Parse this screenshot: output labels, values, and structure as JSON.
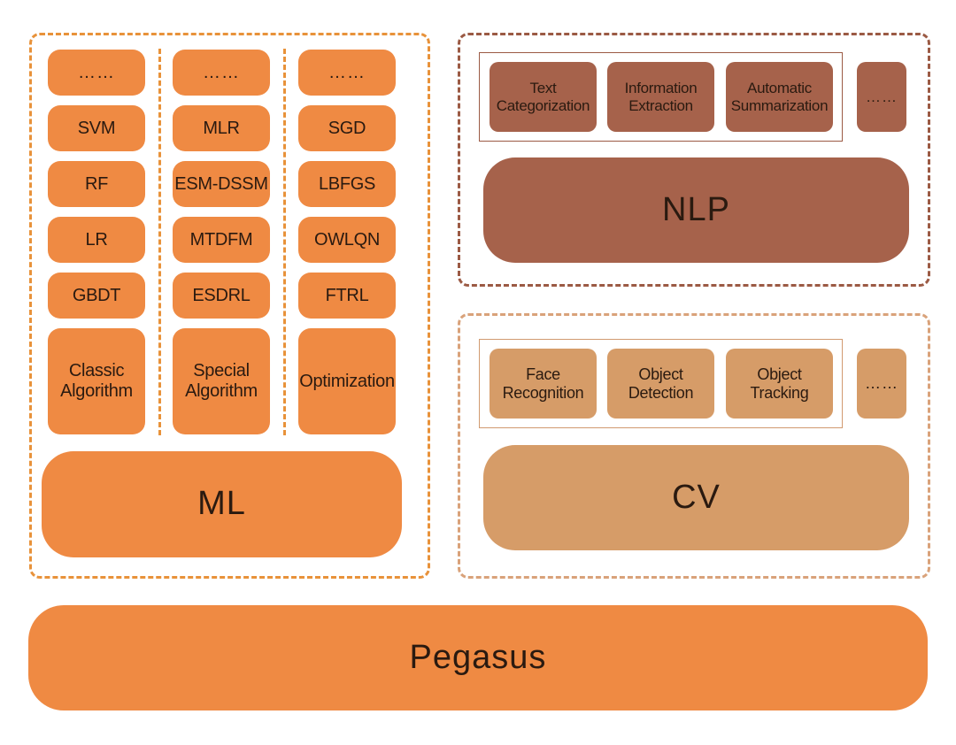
{
  "ml": {
    "title": "ML",
    "columns": [
      {
        "items": [
          "……",
          "SVM",
          "RF",
          "LR",
          "GBDT"
        ],
        "category": "Classic\nAlgorithm"
      },
      {
        "items": [
          "……",
          "MLR",
          "ESM-DSSM",
          "MTDFM",
          "ESDRL"
        ],
        "category": "Special\nAlgorithm"
      },
      {
        "items": [
          "……",
          "SGD",
          "LBFGS",
          "OWLQN",
          "FTRL"
        ],
        "category": "Optimization"
      }
    ]
  },
  "nlp": {
    "title": "NLP",
    "items": [
      "Text\nCategorization",
      "Information\nExtraction",
      "Automatic\nSummarization"
    ],
    "more": "……"
  },
  "cv": {
    "title": "CV",
    "items": [
      "Face\nRecognition",
      "Object\nDetection",
      "Object\nTracking"
    ],
    "more": "……"
  },
  "platform": {
    "title": "Pegasus"
  },
  "colors": {
    "ml": "#ef8a43",
    "nlp": "#a6624b",
    "cv": "#d69c68",
    "platform": "#ef8a43"
  }
}
